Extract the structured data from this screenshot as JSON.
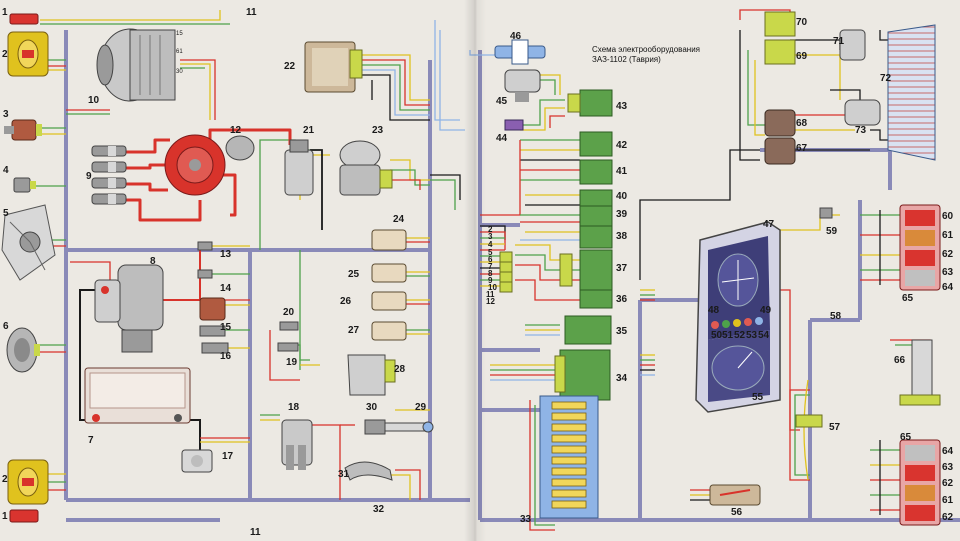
{
  "title": {
    "line1": "Схема электрооборудования",
    "line2": "ЗАЗ-1102 (Таврия)"
  },
  "callouts": {
    "c1a": "1",
    "c2a": "2",
    "c3": "3",
    "c4": "4",
    "c5": "5",
    "c6": "6",
    "c7": "7",
    "c8": "8",
    "c9": "9",
    "c10": "10",
    "c11a": "11",
    "c12": "12",
    "c13": "13",
    "c14": "14",
    "c15": "15",
    "c16": "16",
    "c17": "17",
    "c18": "18",
    "c19": "19",
    "c20": "20",
    "c21": "21",
    "c22": "22",
    "c23": "23",
    "c24": "24",
    "c25": "25",
    "c26": "26",
    "c27": "27",
    "c28": "28",
    "c29": "29",
    "c30": "30",
    "c31": "31",
    "c32": "32",
    "c33": "33",
    "c34": "34",
    "c35": "35",
    "c36": "36",
    "c37": "37",
    "c38": "38",
    "c39": "39",
    "c40": "40",
    "c41": "41",
    "c42": "42",
    "c43": "43",
    "c44": "44",
    "c45": "45",
    "c46": "46",
    "c47": "47",
    "c48": "48",
    "c49": "49",
    "c50": "50",
    "c51": "51",
    "c52": "52",
    "c53": "53",
    "c54": "54",
    "c55": "55",
    "c56": "56",
    "c57": "57",
    "c58": "58",
    "c59": "59",
    "c60": "60",
    "c61a": "61",
    "c62a": "62",
    "c63a": "63",
    "c64a": "64",
    "c65a": "65",
    "c66": "66",
    "c67": "67",
    "c68": "68",
    "c69": "69",
    "c70": "70",
    "c71": "71",
    "c72": "72",
    "c73": "73",
    "c2b": "2",
    "c1b": "1",
    "c11b": "11",
    "c65b": "65",
    "c64b": "64",
    "c63b": "63",
    "c62b": "62",
    "c61b": "61",
    "c62c": "62"
  },
  "block_pins": [
    "2",
    "3",
    "4",
    "5",
    "6",
    "7",
    "8",
    "9",
    "10",
    "11",
    "12"
  ],
  "generator_terminals": [
    "15",
    "61",
    "30"
  ],
  "colors": {
    "paper": "#ece9e3",
    "harness": "#8a8ab8",
    "red": "#d8332b",
    "green": "#4ea24a",
    "yellow": "#e0c21e",
    "black": "#1a1a1a",
    "connector": "#c9d84a",
    "relay": "#5ca14a",
    "fuse_box": "#8fb4e6",
    "lamp_red": "#d9342f",
    "heater_grid": "#c44b47"
  },
  "icons": [
    "headlamp-icon",
    "alternator-icon",
    "distributor-icon",
    "ignition-coil-icon",
    "spark-plug-icon",
    "starter-icon",
    "battery-icon",
    "horn-icon",
    "fan-icon",
    "wiper-motor-icon",
    "controller-icon",
    "relay-icon",
    "fuse-box-icon",
    "instrument-cluster-icon",
    "tail-lamp-icon",
    "heated-window-icon",
    "washer-pump-icon",
    "switch-icon",
    "sensor-icon"
  ]
}
